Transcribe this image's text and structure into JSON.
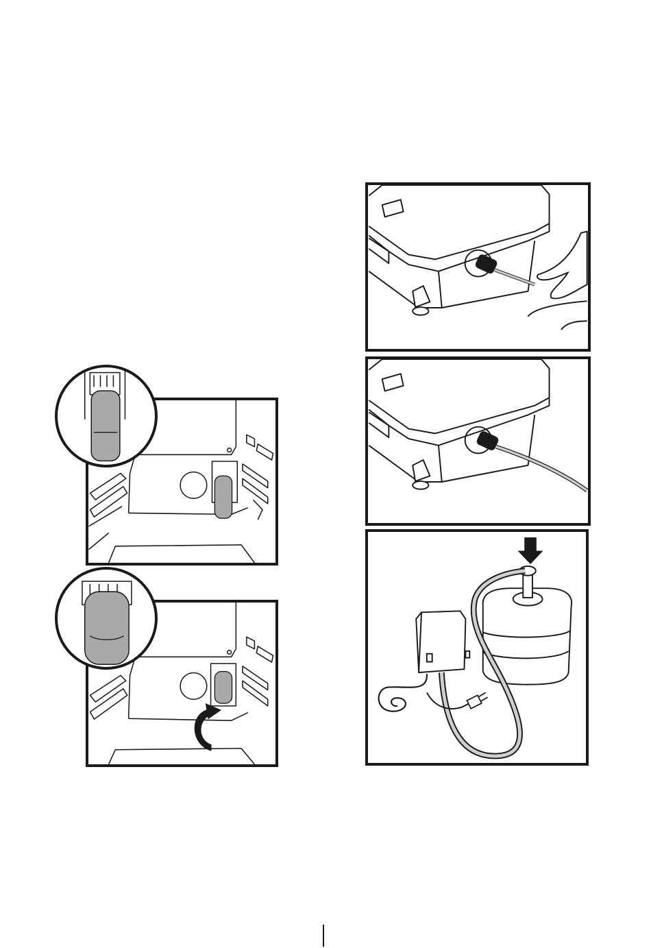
{
  "document": {
    "kind": "appliance manual illustration page",
    "text_visible": []
  },
  "illustrations": [
    {
      "id": "filter-installed",
      "depicts": "water-filter-cartridge-inside-refrigerator"
    },
    {
      "id": "filter-rotate",
      "depicts": "water-filter-turn-arrow"
    },
    {
      "id": "pump-hose-insert",
      "depicts": "hand-inserting-hose-into-pump"
    },
    {
      "id": "pump-hose-connected",
      "depicts": "hose-connected-to-pump"
    },
    {
      "id": "pump-bottle-setup",
      "depicts": "pump-bottle-hose-power-cord"
    }
  ],
  "colors": {
    "line": "#1a1a1a",
    "cartridge": "#a9a9a9",
    "hose": "#cfcfcf"
  }
}
